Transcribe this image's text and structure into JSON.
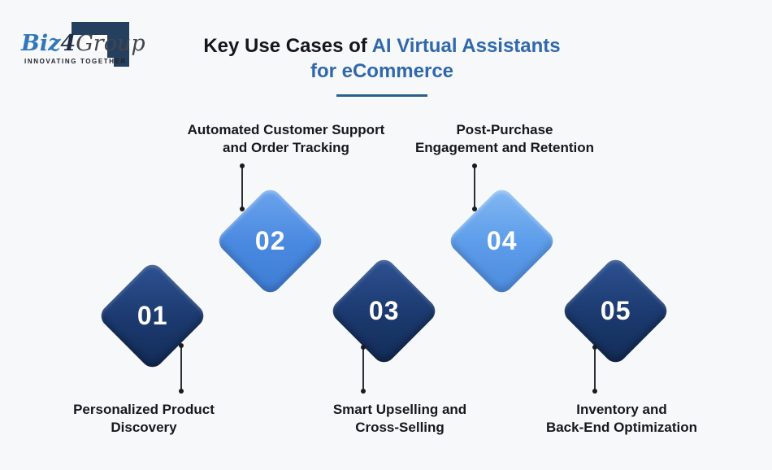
{
  "logo": {
    "biz": "Biz",
    "four": "4",
    "group": "Group",
    "tagline": "INNOVATING TOGETHER"
  },
  "title": {
    "black": "Key Use Cases of",
    "blue_line1": "AI Virtual Assistants",
    "blue_line2": "for eCommerce"
  },
  "colors": {
    "background": "#f6f8f9",
    "title_text": "#15151d",
    "title_accent_blue": "#3068ad",
    "divider_blue": "#2b5f8c",
    "diamond_dark_navy": "#1c3a70",
    "diamond_medium_blue": "#4a89e0",
    "diamond_light_blue": "#5c9ce9",
    "number_text": "#ffffff",
    "connector_line": "#2e2e33",
    "logo_navy": "#24405e",
    "logo_blue": "#3377bb"
  },
  "items": [
    {
      "number": "01",
      "label_line1": "Personalized Product",
      "label_line2": "Discovery"
    },
    {
      "number": "02",
      "label_line1": "Automated Customer Support",
      "label_line2": "and Order Tracking"
    },
    {
      "number": "03",
      "label_line1": "Smart Upselling and",
      "label_line2": "Cross-Selling"
    },
    {
      "number": "04",
      "label_line1": "Post-Purchase",
      "label_line2": "Engagement and Retention"
    },
    {
      "number": "05",
      "label_line1": "Inventory and",
      "label_line2": "Back-End Optimization"
    }
  ]
}
